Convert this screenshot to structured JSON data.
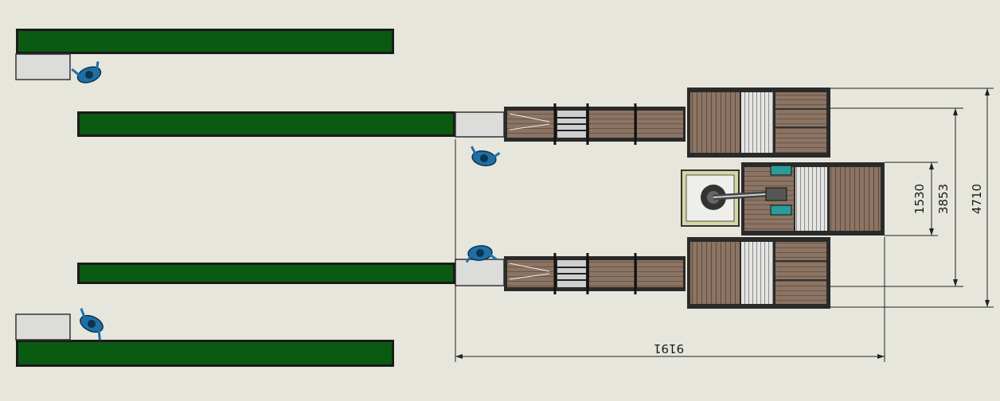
{
  "colors": {
    "background": "#e6e6dc",
    "belt_green": "#0b5a12",
    "wood_brown": "#8b7463",
    "frame_gray": "#3a3a3a",
    "roller_light": "#d0d0cf",
    "operator_blue": "#1f6fa6",
    "robot_base": "#d7d5a2",
    "gripper_teal": "#2a9a9a"
  },
  "icons": {
    "operator": "operator-icon",
    "robot": "robot-arm-icon"
  },
  "dimensions": {
    "width_total": "9191",
    "height_center": "1530",
    "height_middle": "3853",
    "height_total": "4710"
  }
}
